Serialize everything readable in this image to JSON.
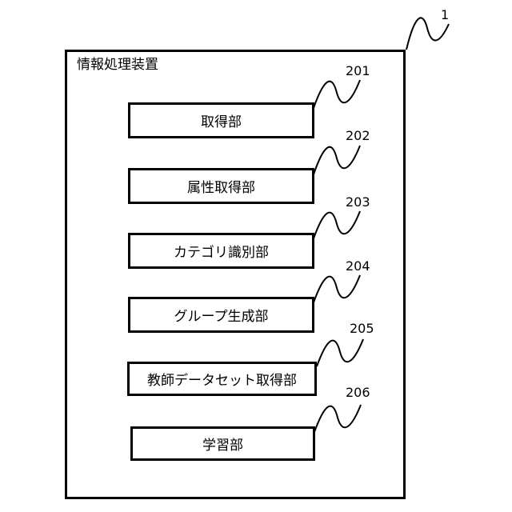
{
  "device": {
    "ref": "1",
    "title": "情報処理装置"
  },
  "units": [
    {
      "ref": "201",
      "label": "取得部"
    },
    {
      "ref": "202",
      "label": "属性取得部"
    },
    {
      "ref": "203",
      "label": "カテゴリ識別部"
    },
    {
      "ref": "204",
      "label": "グループ生成部"
    },
    {
      "ref": "205",
      "label": "教師データセット取得部"
    },
    {
      "ref": "206",
      "label": "学習部"
    }
  ]
}
